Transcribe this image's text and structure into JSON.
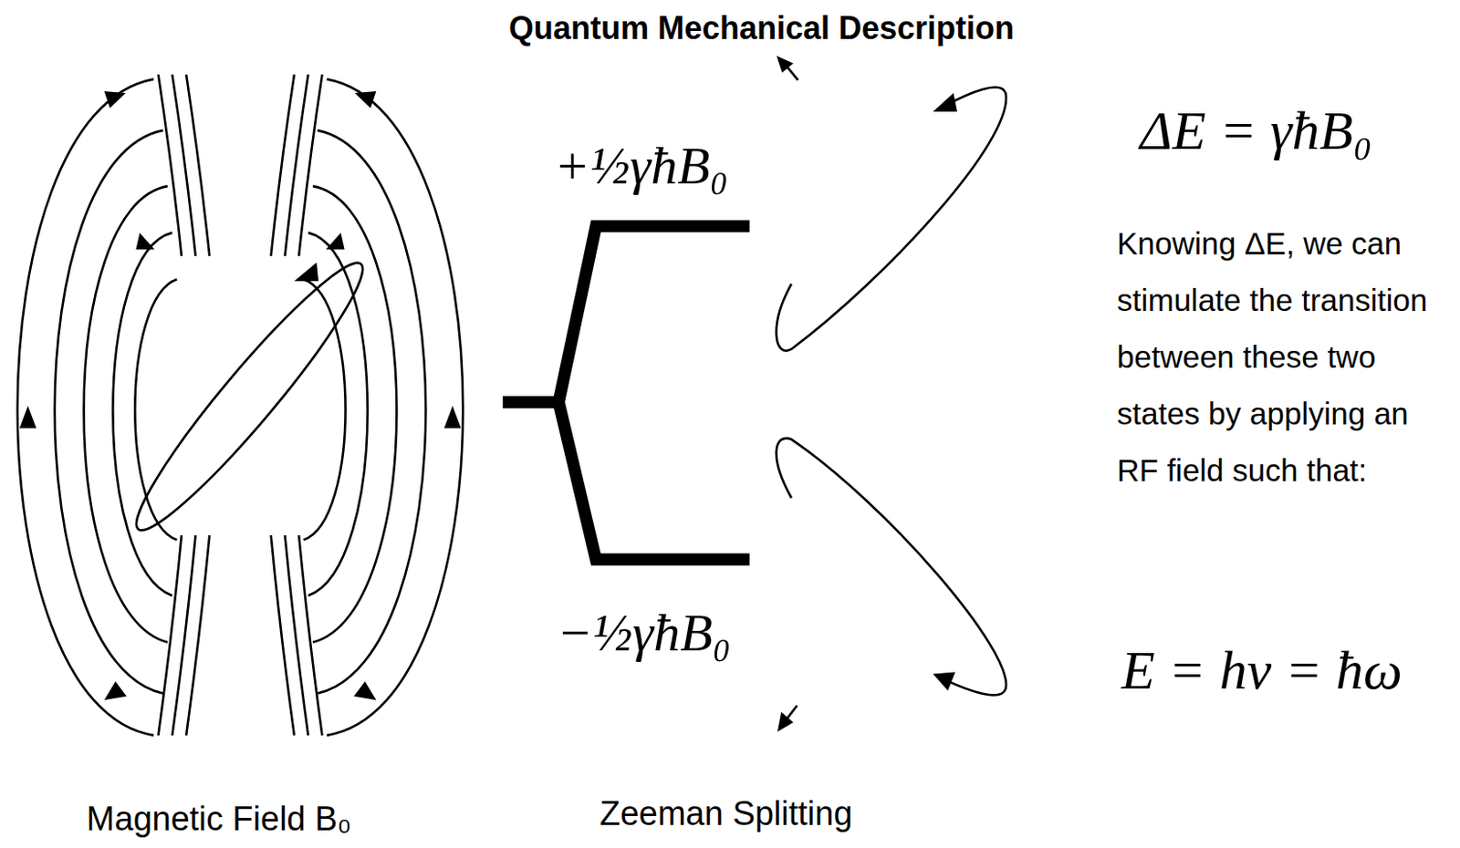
{
  "diagram": {
    "title": "Quantum Mechanical Description",
    "labels": [
      "+½γħB₀",
      "−½γħB₀",
      "ΔE = γħB₀",
      "Knowing ΔE, we can stimulate the transition between these two states by applying an RF field such that:",
      "E = hν = ħω",
      "Magnetic Field B₀",
      "Zeeman Splitting"
    ]
  }
}
